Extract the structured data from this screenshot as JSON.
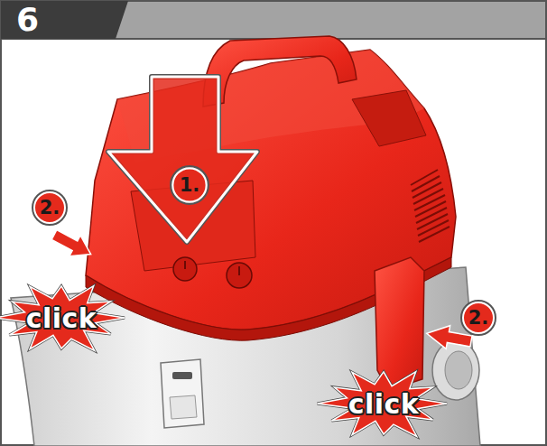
{
  "diagram": {
    "title": "6",
    "nodes": [
      {
        "text": [
          "1."
        ]
      },
      {
        "text": [
          "2."
        ]
      },
      {
        "text": [
          "click"
        ]
      },
      {
        "text": [
          "2."
        ]
      },
      {
        "text": [
          "click"
        ]
      }
    ]
  }
}
